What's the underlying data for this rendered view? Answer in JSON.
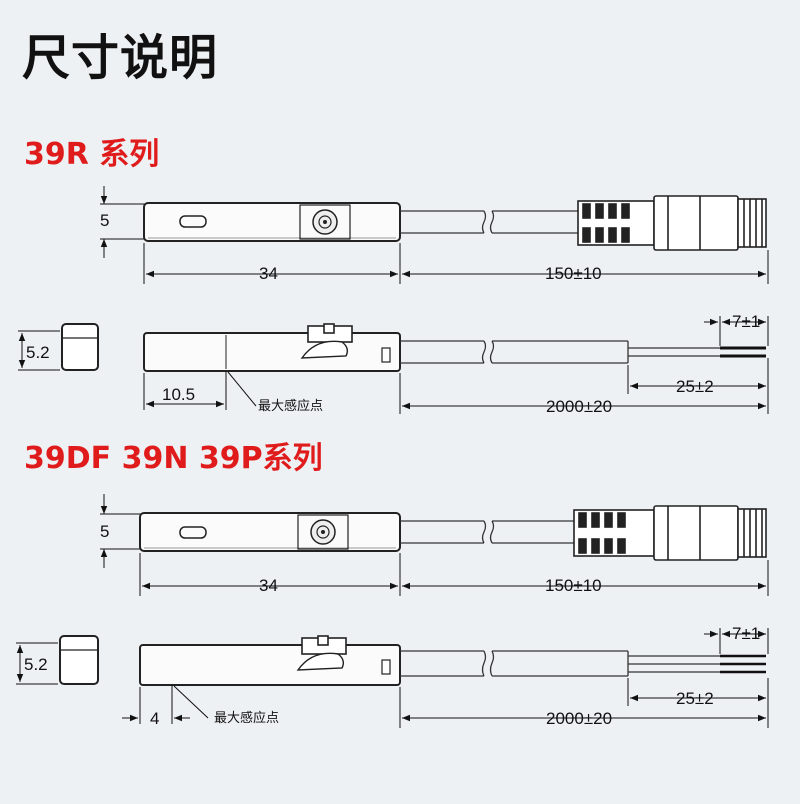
{
  "page": {
    "title": "尺寸说明",
    "background": "#eef1f4",
    "accent": "#e01b1b"
  },
  "section_a": {
    "heading": "39R 系列",
    "connector_view": {
      "height_label": "5",
      "body_length": "34",
      "cable_length": "150±10"
    },
    "wire_view": {
      "end_cap_height": "5.2",
      "sensing_point_offset": "10.5",
      "sensing_point_label": "最大感应点",
      "cable_length": "2000±20",
      "strip_length": "25±2",
      "tip_length": "7±1"
    }
  },
  "section_b": {
    "heading": "39DF 39N 39P系列",
    "connector_view": {
      "height_label": "5",
      "body_length": "34",
      "cable_length": "150±10"
    },
    "wire_view": {
      "end_cap_height": "5.2",
      "sensing_point_offset": "4",
      "sensing_point_label": "最大感应点",
      "cable_length": "2000±20",
      "strip_length": "25±2",
      "tip_length": "7±1"
    }
  }
}
